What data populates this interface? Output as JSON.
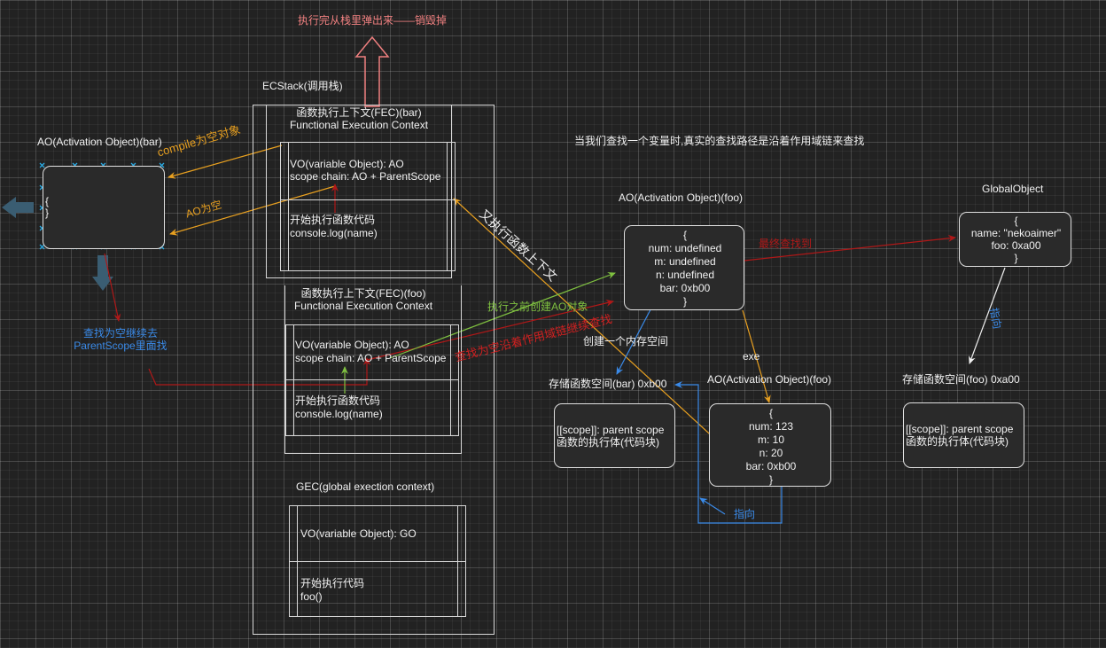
{
  "title_pop": "执行完从栈里弹出来——销毁掉",
  "ecstack_label": "ECStack(调用栈)",
  "fec_bar": {
    "title1": "函数执行上下文(FEC)(bar)",
    "title2": "Functional Execution Context",
    "vo": "VO(variable Object): AO",
    "scope": "scope chain: AO + ParentScope",
    "exec1": "开始执行函数代码",
    "exec2": "console.log(name)"
  },
  "fec_foo": {
    "title1": "函数执行上下文(FEC)(foo)",
    "title2": "Functional Execution Context",
    "vo": "VO(variable Object): AO",
    "scope": "scope chain: AO + ParentScope",
    "exec1": "开始执行函数代码",
    "exec2": "console.log(name)"
  },
  "gec": {
    "title": "GEC(global exection context)",
    "vo": "VO(variable Object): GO",
    "exec1": "开始执行代码",
    "exec2": "foo()"
  },
  "ao_bar": {
    "title": "AO(Activation Object)(bar)",
    "line1": "{",
    "line2": "}"
  },
  "ao_foo1": {
    "title": "AO(Activation Object)(foo)",
    "lines": [
      "{",
      "num: undefined",
      "m: undefined",
      "n: undefined",
      "bar: 0xb00",
      "}"
    ]
  },
  "ao_foo2": {
    "title": "AO(Activation Object)(foo)",
    "lines": [
      "{",
      "num: 123",
      "m: 10",
      "n: 20",
      "bar: 0xb00",
      "}"
    ]
  },
  "global_obj": {
    "title": "GlobalObject",
    "lines": [
      "{",
      "name: \"nekoaimer\"",
      "foo: 0xa00",
      "}"
    ]
  },
  "store_bar": {
    "title": "存储函数空间(bar) 0xb00",
    "line1": "[[scope]]: parent scope",
    "line2": "函数的执行体(代码块)"
  },
  "store_foo": {
    "title": "存储函数空间(foo) 0xa00",
    "line1": "[[scope]]: parent scope",
    "line2": "函数的执行体(代码块)"
  },
  "notes": {
    "top_right": "当我们查找一个变量时,真实的查找路径是沿着作用域链来查找",
    "compile_empty": "compile为空对象",
    "ao_empty": "AO为空",
    "lookup_parent1": "查找为空继续去",
    "lookup_parent2": "ParentScope里面找",
    "create_ao_before": "执行之前创建AO对象",
    "lookup_chain": "查找为空沿着作用域链继续查找",
    "another_fec": "又执行函数上下文",
    "found_here": "最终查找到",
    "create_mem": "创建一个内存空间",
    "exe": "exe",
    "point_to": "指向",
    "point_to_global": "指向"
  },
  "colors": {
    "orange": "#e8a020",
    "dark_red": "#b01818",
    "green": "#7fc040",
    "blue": "#3a8ae8",
    "pink": "#f08080",
    "cyan": "#2aa8e0",
    "white": "#f0f0f0"
  }
}
